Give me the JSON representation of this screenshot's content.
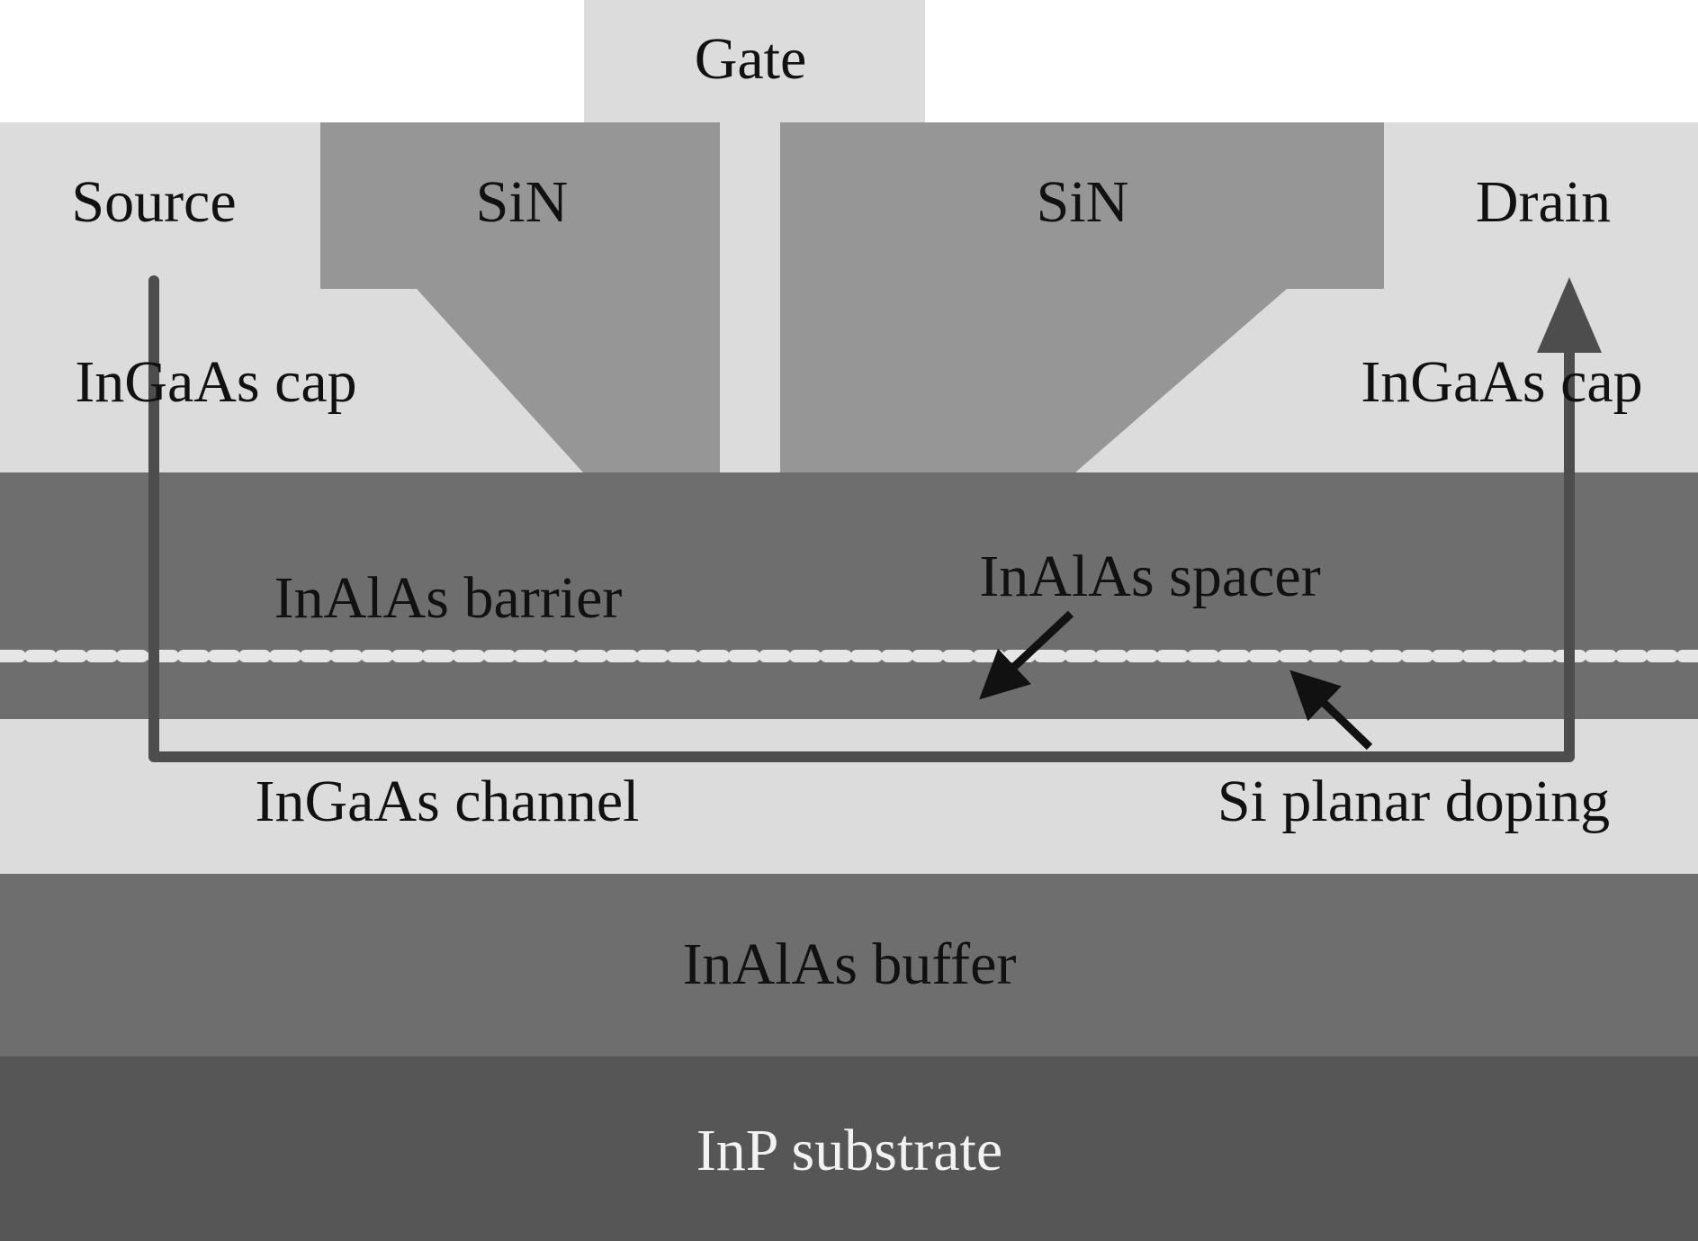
{
  "colors": {
    "page_background": "#ffffff",
    "contact_and_cap": "#dcdcdc",
    "gate_metal": "#dcdcdc",
    "sin_passivation": "#969696",
    "inalas_layers": "#6e6e6e",
    "inp_substrate": "#565656",
    "current_path": "#4d4d4d",
    "planar_doping_line": "#e6e6e6",
    "pointer_arrows": "#111111"
  },
  "labels": {
    "gate": "Gate",
    "source": "Source",
    "drain": "Drain",
    "sin_left": "SiN",
    "sin_right": "SiN",
    "cap_left": "InGaAs cap",
    "cap_right": "InGaAs cap",
    "barrier": "InAlAs barrier",
    "spacer": "InAlAs spacer",
    "channel": "InGaAs channel",
    "doping": "Si planar doping",
    "buffer": "InAlAs buffer",
    "substrate": "InP substrate"
  }
}
